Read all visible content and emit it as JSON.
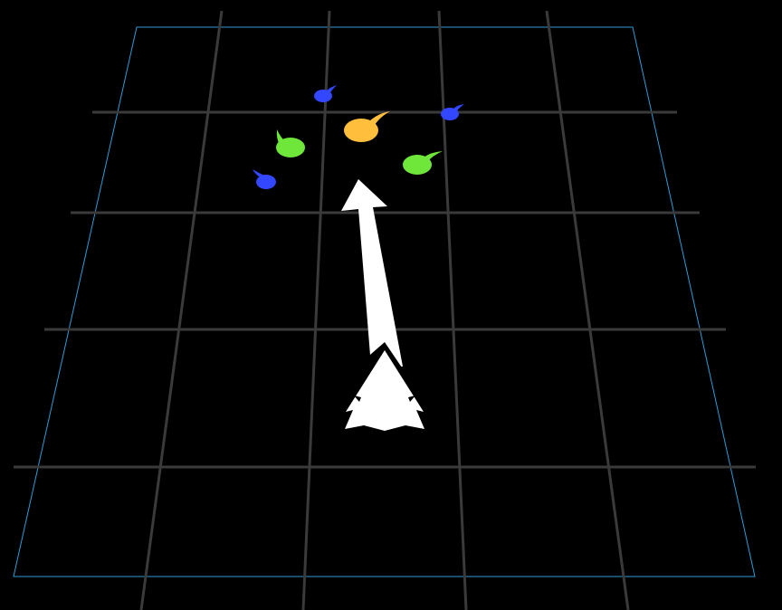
{
  "colors": {
    "background": "#000000",
    "board_border": "#2f9bd6",
    "grid_line": "#3a3a3a",
    "player": "#ffffff",
    "aim_arrow": "#ffffff",
    "enemy_blue": "#3347ff",
    "enemy_green": "#6ee63a",
    "enemy_orange": "#ffbe3c"
  },
  "player": {
    "icon": "white-ship-icon"
  },
  "aim_arrow": {
    "icon": "aim-arrow-icon"
  },
  "enemies": [
    {
      "id": "blue-1",
      "type": "blue",
      "icon": "blue-blob-icon"
    },
    {
      "id": "blue-2",
      "type": "blue",
      "icon": "blue-blob-icon"
    },
    {
      "id": "blue-3",
      "type": "blue",
      "icon": "blue-blob-icon"
    },
    {
      "id": "green-1",
      "type": "green",
      "icon": "green-blob-icon"
    },
    {
      "id": "green-2",
      "type": "green",
      "icon": "green-blob-icon"
    },
    {
      "id": "orange-1",
      "type": "orange",
      "icon": "orange-blob-icon"
    }
  ]
}
